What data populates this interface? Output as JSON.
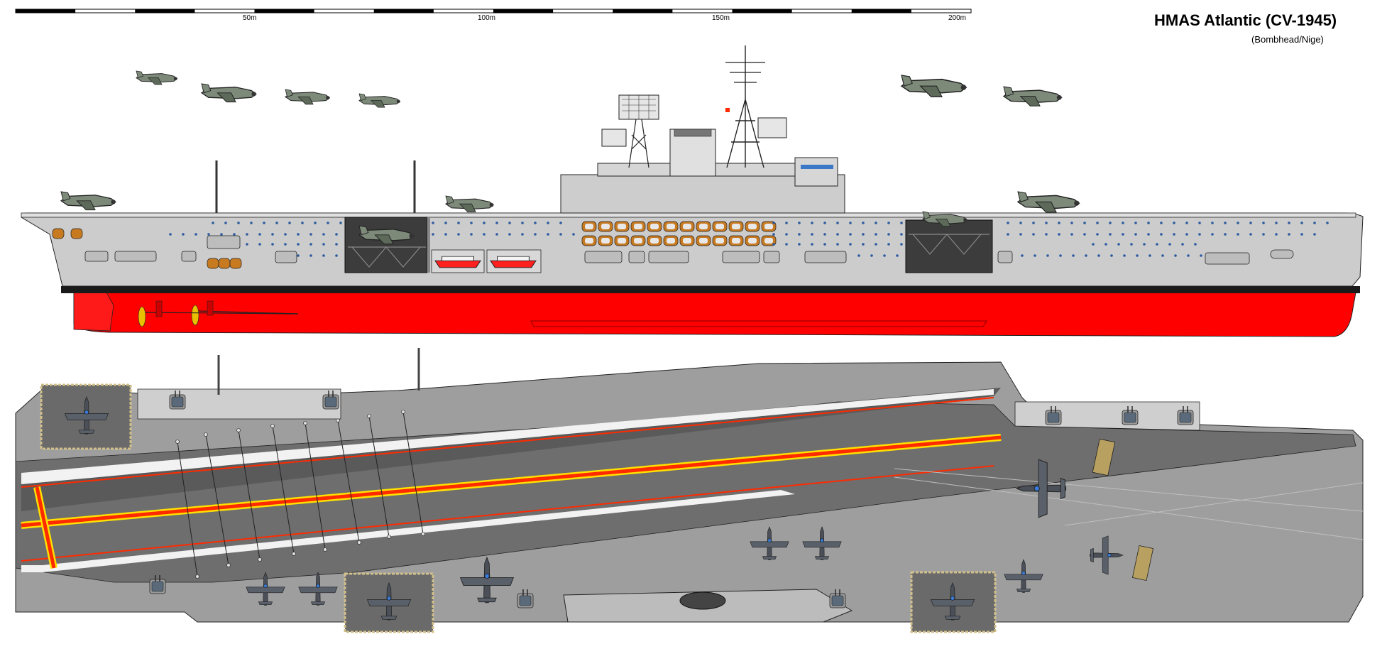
{
  "title": "HMAS Atlantic (CV-1945)",
  "subtitle": "(Bombhead/Nige)",
  "scale_bar": {
    "labels": [
      "50m",
      "100m",
      "150m",
      "200m"
    ],
    "segments": 16
  },
  "colors": {
    "hull_grey": "#c8c8c8",
    "boot_black": "#1a1a1a",
    "underwater_red": "#ff0000",
    "deck_grey": "#6e6e6e",
    "deck_dark": "#5a5a5a",
    "deck_line_yellow": "#ffe000",
    "deck_line_red": "#ff2a00",
    "porthole_blue": "#2c5aa0",
    "aircraft_blue": "#34507a"
  }
}
